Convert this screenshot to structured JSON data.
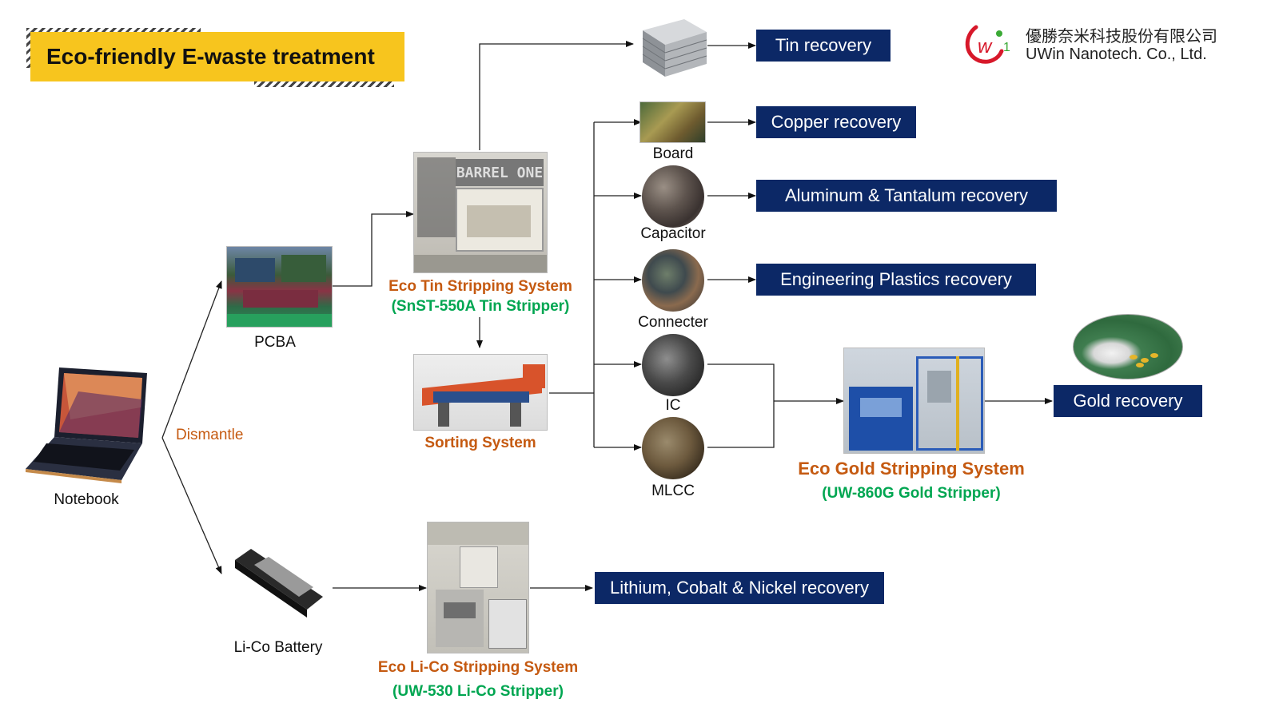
{
  "title": "Eco-friendly E-waste treatment",
  "company": {
    "name_zh": "優勝奈米科技股份有限公司",
    "name_en": "UWin Nanotech. Co., Ltd.",
    "logo_text": "w",
    "logo_num": "1"
  },
  "sources": {
    "notebook": "Notebook",
    "dismantle": "Dismantle",
    "pcba": "PCBA",
    "battery": "Li-Co Battery"
  },
  "systems": {
    "tin": {
      "name": "Eco Tin Stripping System",
      "model": "(SnST-550A Tin Stripper)",
      "machine_sign": "BARREL ONE"
    },
    "sorting": {
      "name": "Sorting System"
    },
    "gold": {
      "name": "Eco Gold Stripping System",
      "model": "(UW-860G Gold Stripper)"
    },
    "lico": {
      "name": "Eco Li-Co Stripping System",
      "model": "(UW-530 Li-Co Stripper)"
    }
  },
  "components": {
    "board": "Board",
    "capacitor": "Capacitor",
    "connecter": "Connecter",
    "ic": "IC",
    "mlcc": "MLCC"
  },
  "recovery": {
    "tin": "Tin recovery",
    "copper": "Copper recovery",
    "aluminum_tantalum": "Aluminum & Tantalum recovery",
    "plastics": "Engineering Plastics recovery",
    "gold": "Gold recovery",
    "lithium": "Lithium, Cobalt & Nickel recovery"
  },
  "colors": {
    "navy": "#0c2866",
    "orange": "#c55a11",
    "green": "#00a651",
    "yellow": "#f7c51e",
    "logo_red": "#d7182a",
    "logo_green": "#3aa935"
  }
}
